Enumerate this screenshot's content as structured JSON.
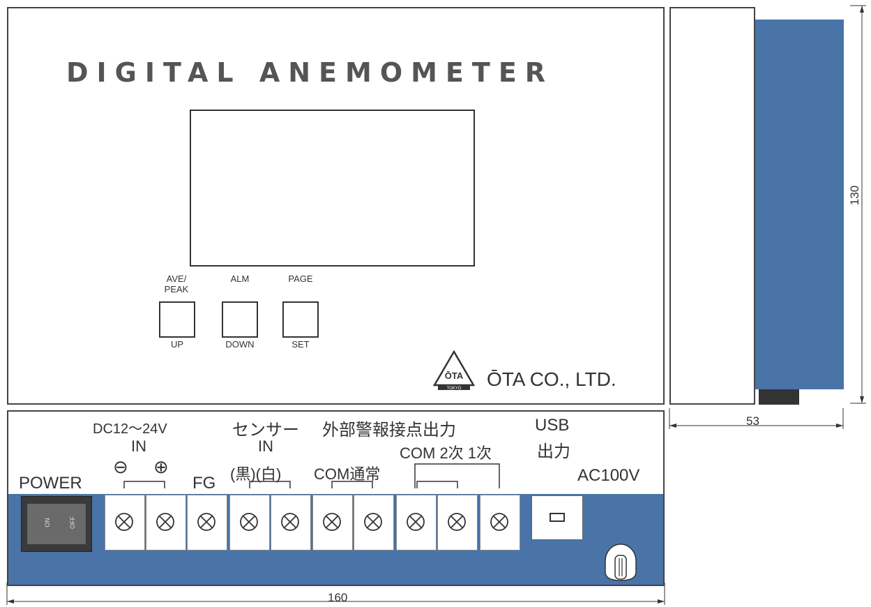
{
  "front": {
    "title": "DIGITAL ANEMOMETER",
    "brand_text": "ŌTA CO., LTD.",
    "logo_text": "ŌTA",
    "logo_sub": "TOKYO"
  },
  "buttons": [
    {
      "top_label_1": "AVE/",
      "top_label_2": "PEAK",
      "bottom_label": "UP"
    },
    {
      "top_label_1": "",
      "top_label_2": "ALM",
      "bottom_label": "DOWN"
    },
    {
      "top_label_1": "",
      "top_label_2": "PAGE",
      "bottom_label": "SET"
    }
  ],
  "panel": {
    "dc_label": "DC12～24V",
    "dc_in": "IN",
    "minus_symbol": "⊖",
    "plus_symbol": "⊕",
    "fg_label": "FG",
    "sensor_label": "センサー",
    "sensor_in": "IN",
    "sensor_wires": "(黒)(白)",
    "alarm_label": "外部警報接点出力",
    "alarm_com_normal": "COM通常",
    "alarm_sub": "COM 2次 1次",
    "usb_label": "USB",
    "usb_sub": "出力",
    "power_label": "POWER",
    "switch_on": "ON",
    "switch_off": "OFF",
    "ac_label": "AC100V"
  },
  "dimensions": {
    "width": "160",
    "depth": "53",
    "height": "130"
  },
  "colors": {
    "blue_panel": "#4a73a8",
    "outline": "#444444"
  }
}
